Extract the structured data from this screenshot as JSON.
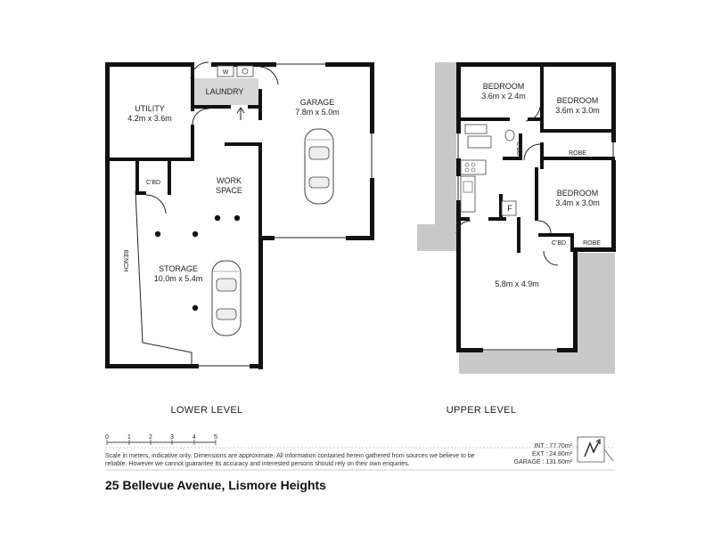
{
  "lower": {
    "laundry": "LAUNDRY",
    "w": "W",
    "utility_name": "UTILITY",
    "utility_dims": "4.2m x 3.6m",
    "garage_name": "GARAGE",
    "garage_dims": "7.8m x 5.0m",
    "cbd": "C'BD",
    "work_line1": "WORK",
    "work_line2": "SPACE",
    "bench": "BENCH",
    "storage_name": "STORAGE",
    "storage_dims": "10.0m x 5.4m",
    "level_label": "LOWER LEVEL"
  },
  "upper": {
    "bed1_name": "BEDROOM",
    "bed1_dims": "3.6m x 2.4m",
    "bed2_name": "BEDROOM",
    "bed2_dims": "3.6m x 3.0m",
    "robe1": "ROBE",
    "bed3_name": "BEDROOM",
    "bed3_dims": "3.4m x 3.0m",
    "cbd_small": "C'BD",
    "f": "F",
    "cbd": "C'BD",
    "robe2": "ROBE",
    "living_dims": "5.8m x 4.9m",
    "level_label": "UPPER LEVEL"
  },
  "scale": {
    "ticks": [
      "0",
      "1",
      "2",
      "3",
      "4",
      "5"
    ]
  },
  "footer": {
    "disclaimer": "Scale in meters, indicative only. Dimensions are approximate. All information contained herein gathered from sources we believe to be reliable. However we cannot guarantee its accuracy and interested persons should rely on their own enquiries.",
    "address": "25 Bellevue Avenue, Lismore Heights",
    "areas": [
      "INT : 77.70m²",
      "EXT : 24.80m²",
      "GARAGE : 131.60m²"
    ]
  }
}
